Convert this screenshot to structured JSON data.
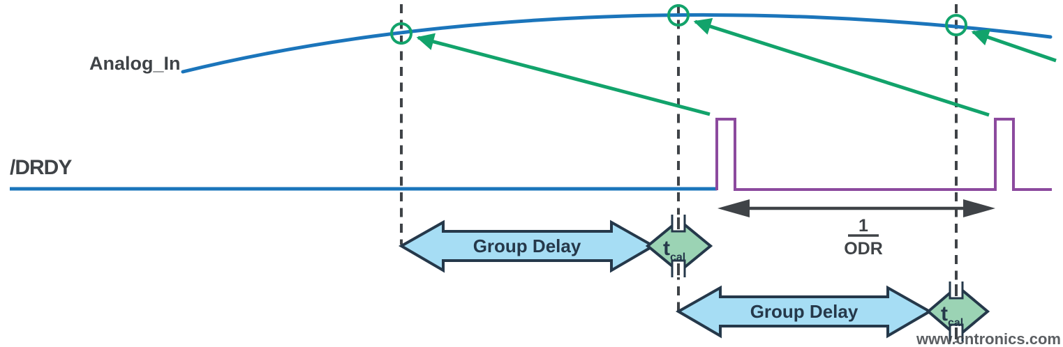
{
  "figure": {
    "analog_signal_label": "Analog_In",
    "drdy_signal_label": "/DRDY",
    "group_delay_label": "Group Delay",
    "tcal_label": {
      "base": "t",
      "subscript": "cal"
    },
    "odr_fraction": {
      "numerator": "1",
      "denominator": "ODR"
    },
    "watermark": "www.cntronics.com",
    "colors": {
      "analog_blue": "#1b75bb",
      "drdy_purple": "#8c4a9e",
      "sample_green": "#12a36b",
      "group_delay_fill": "#a6ddf4",
      "tcal_fill": "#9bd3b4",
      "outline_navy": "#25384a",
      "annotation_dark": "#3f4347",
      "watermark_green": "#b9dac5"
    }
  }
}
